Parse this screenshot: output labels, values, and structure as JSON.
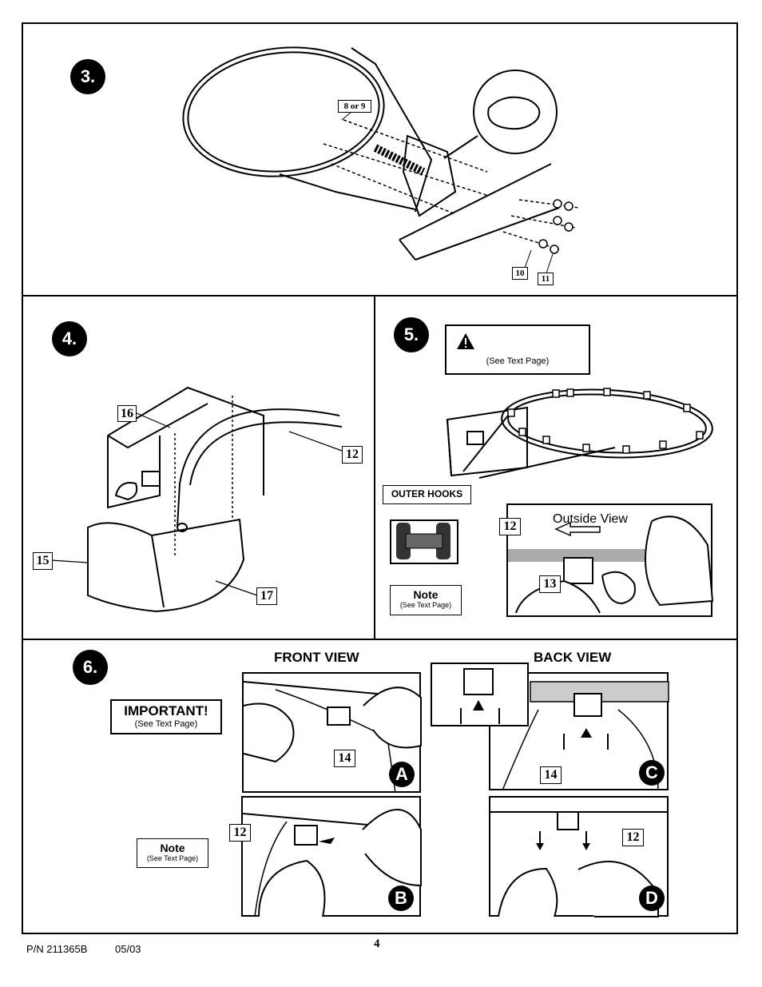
{
  "steps": {
    "s3": "3.",
    "s4": "4.",
    "s5": "5.",
    "s6": "6."
  },
  "step3": {
    "callout_8or9": "8 or 9",
    "callout_10": "10",
    "callout_11": "11"
  },
  "step4": {
    "callout_16": "16",
    "callout_12": "12",
    "callout_15": "15",
    "callout_17": "17"
  },
  "step5": {
    "warning_sub": "(See Text Page)",
    "outer_hooks": "OUTER HOOKS",
    "note_title": "Note",
    "note_sub": "(See Text Page)",
    "outside_view": "Outside View",
    "callout_12": "12",
    "callout_13": "13"
  },
  "step6": {
    "front_view": "FRONT VIEW",
    "back_view": "BACK VIEW",
    "important_title": "IMPORTANT!",
    "important_sub": "(See Text Page)",
    "note_title": "Note",
    "note_sub": "(See Text Page)",
    "panel_a": "A",
    "panel_b": "B",
    "panel_c": "C",
    "panel_d": "D",
    "callout_14a": "14",
    "callout_12b": "12",
    "callout_14c": "14",
    "callout_12d": "12"
  },
  "footer": {
    "part_number": "P/N 211365B",
    "date": "05/03",
    "page_number": "4"
  }
}
